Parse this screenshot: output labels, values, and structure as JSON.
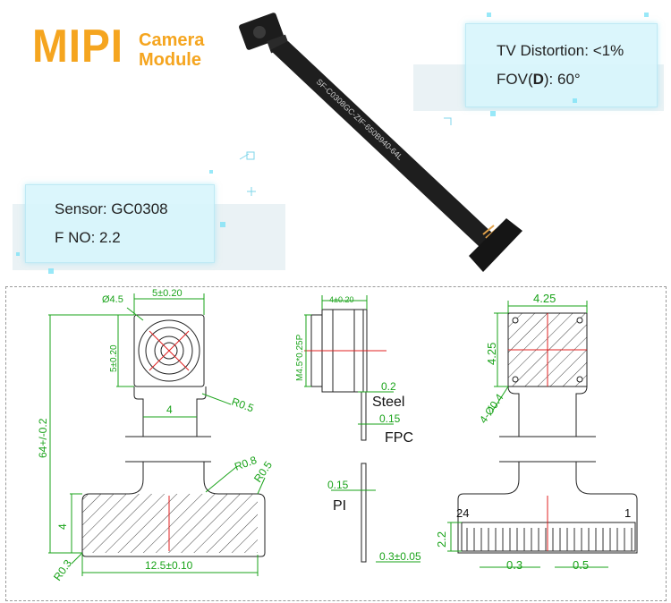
{
  "header": {
    "brand": "MIPI",
    "subtitle_line1": "Camera",
    "subtitle_line2": "Module"
  },
  "specs_right": {
    "line1": "TV Distortion: <1%",
    "line2_prefix": "FOV(",
    "line2_bold": "D",
    "line2_suffix": "): 60°"
  },
  "specs_left": {
    "line1": "Sensor: GC0308",
    "line2": "F NO: 2.2"
  },
  "cable_print": "SF-C0308GC-ZIF-650B940-64L",
  "front_view": {
    "diameter": "Ø4.5",
    "top_width": "5±0.20",
    "side_height": "5±0.20",
    "radius_a": "R0.5",
    "neck_width": "4",
    "total_length": "64+/-0.2",
    "radius_b": "R0.8",
    "radius_c": "R0.5",
    "board_height": "4",
    "radius_d": "R0.3",
    "board_width": "12.5±0.10"
  },
  "side_view": {
    "lens_depth": "4±0.20",
    "thread": "M4.5*0.25P",
    "steel_thickness": "0.2",
    "steel_label": "Steel",
    "fpc_thickness": "0.15",
    "fpc_label": "FPC",
    "pi_thickness": "0.15",
    "pi_label": "PI",
    "tail_thickness": "0.3±0.05"
  },
  "back_view": {
    "width": "4.25",
    "height": "4.25",
    "holes": "4-Ø0.4",
    "pin_first": "24",
    "pin_last": "1",
    "pad_height": "2.2",
    "pitch": "0.3",
    "pad_width": "0.5"
  },
  "colors": {
    "accent": "#f5a51f",
    "dimension": "#1aa31a",
    "centerline": "#e02020",
    "panel": "#d7f5fc"
  }
}
